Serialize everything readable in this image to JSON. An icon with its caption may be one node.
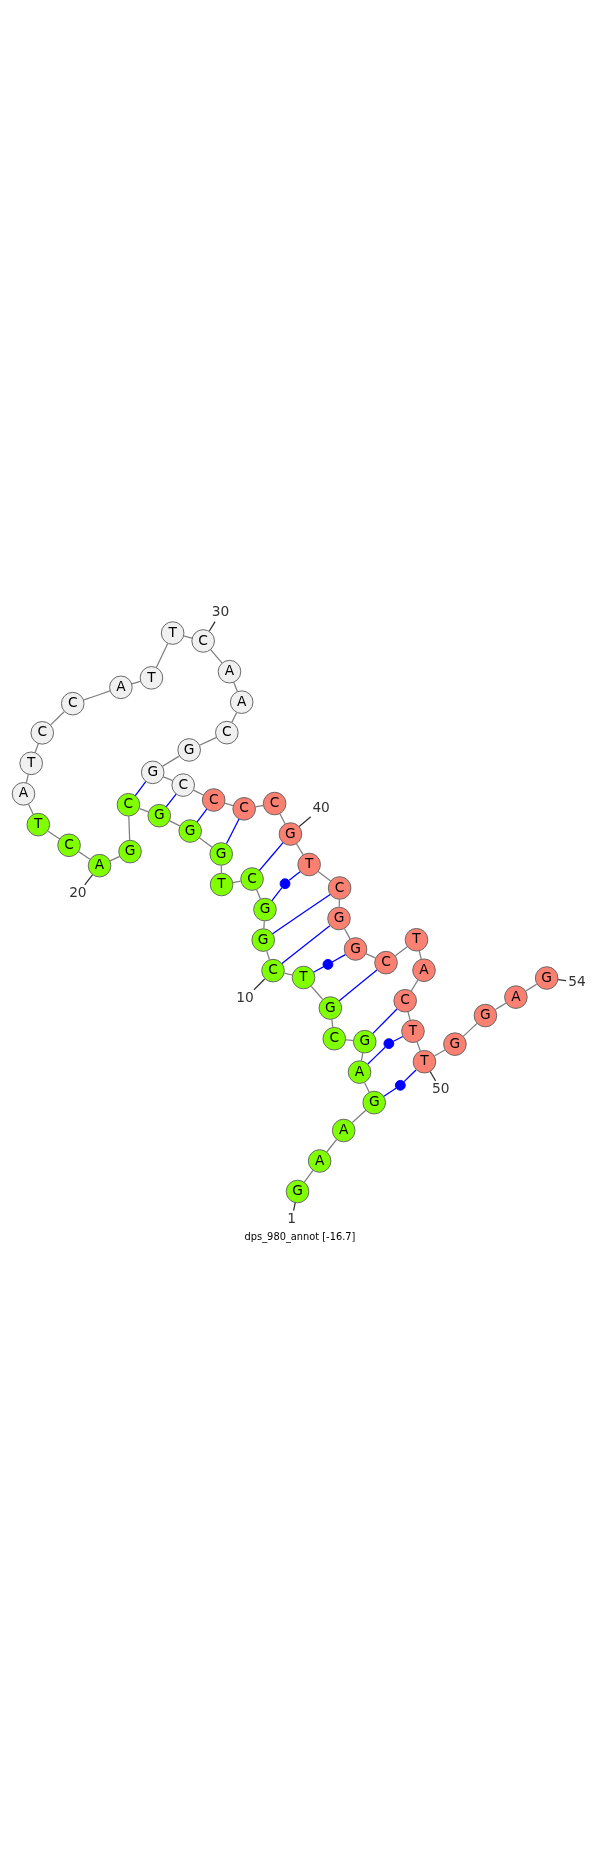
{
  "diagram": {
    "caption": "dps_980_annot [-16.7]",
    "nodes": [
      {
        "text": [
          "G"
        ]
      },
      {
        "text": [
          "A"
        ]
      },
      {
        "text": [
          "A"
        ]
      },
      {
        "text": [
          "G"
        ]
      },
      {
        "text": [
          "A"
        ]
      },
      {
        "text": [
          "G"
        ]
      },
      {
        "text": [
          "C"
        ]
      },
      {
        "text": [
          "G"
        ]
      },
      {
        "text": [
          "T"
        ]
      },
      {
        "text": [
          "C"
        ]
      },
      {
        "text": [
          "G"
        ]
      },
      {
        "text": [
          "G"
        ]
      },
      {
        "text": [
          "C"
        ]
      },
      {
        "text": [
          "T"
        ]
      },
      {
        "text": [
          "G"
        ]
      },
      {
        "text": [
          "G"
        ]
      },
      {
        "text": [
          "G"
        ]
      },
      {
        "text": [
          "C"
        ]
      },
      {
        "text": [
          "G"
        ]
      },
      {
        "text": [
          "A"
        ]
      },
      {
        "text": [
          "C"
        ]
      },
      {
        "text": [
          "T"
        ]
      },
      {
        "text": [
          "A"
        ]
      },
      {
        "text": [
          "T"
        ]
      },
      {
        "text": [
          "C"
        ]
      },
      {
        "text": [
          "C"
        ]
      },
      {
        "text": [
          "A"
        ]
      },
      {
        "text": [
          "T"
        ]
      },
      {
        "text": [
          "T"
        ]
      },
      {
        "text": [
          "C"
        ]
      },
      {
        "text": [
          "A"
        ]
      },
      {
        "text": [
          "A"
        ]
      },
      {
        "text": [
          "C"
        ]
      },
      {
        "text": [
          "G"
        ]
      },
      {
        "text": [
          "G"
        ]
      },
      {
        "text": [
          "C"
        ]
      },
      {
        "text": [
          "C"
        ]
      },
      {
        "text": [
          "C"
        ]
      },
      {
        "text": [
          "C"
        ]
      },
      {
        "text": [
          "G"
        ]
      },
      {
        "text": [
          "T"
        ]
      },
      {
        "text": [
          "C"
        ]
      },
      {
        "text": [
          "G"
        ]
      },
      {
        "text": [
          "G"
        ]
      },
      {
        "text": [
          "C"
        ]
      },
      {
        "text": [
          "T"
        ]
      },
      {
        "text": [
          "A"
        ]
      },
      {
        "text": [
          "C"
        ]
      },
      {
        "text": [
          "T"
        ]
      },
      {
        "text": [
          "T"
        ]
      },
      {
        "text": [
          "G"
        ]
      },
      {
        "text": [
          "G"
        ]
      },
      {
        "text": [
          "A"
        ]
      },
      {
        "text": [
          "G"
        ]
      },
      {
        "text": [],
        "shape": "circle"
      },
      {
        "text": [],
        "shape": "circle"
      },
      {
        "text": [],
        "shape": "circle"
      },
      {
        "text": [],
        "shape": "circle"
      },
      {
        "text": [
          "1"
        ]
      },
      {
        "text": [
          "10"
        ]
      },
      {
        "text": [
          "20"
        ]
      },
      {
        "text": [
          "30"
        ]
      },
      {
        "text": [
          "40"
        ]
      },
      {
        "text": [
          "50"
        ]
      },
      {
        "text": [
          "54"
        ]
      }
    ],
    "edges": [
      {
        "from": 0,
        "to": 1,
        "arrow": "none"
      },
      {
        "from": 1,
        "to": 2,
        "arrow": "none"
      },
      {
        "from": 2,
        "to": 3,
        "arrow": "none"
      },
      {
        "from": 3,
        "to": 4,
        "arrow": "none"
      },
      {
        "from": 4,
        "to": 5,
        "arrow": "none"
      },
      {
        "from": 5,
        "to": 6,
        "arrow": "none"
      },
      {
        "from": 6,
        "to": 7,
        "arrow": "none"
      },
      {
        "from": 7,
        "to": 8,
        "arrow": "none"
      },
      {
        "from": 8,
        "to": 9,
        "arrow": "none"
      },
      {
        "from": 9,
        "to": 10,
        "arrow": "none"
      },
      {
        "from": 10,
        "to": 11,
        "arrow": "none"
      },
      {
        "from": 11,
        "to": 12,
        "arrow": "none"
      },
      {
        "from": 12,
        "to": 13,
        "arrow": "none"
      },
      {
        "from": 13,
        "to": 14,
        "arrow": "none"
      },
      {
        "from": 14,
        "to": 15,
        "arrow": "none"
      },
      {
        "from": 15,
        "to": 16,
        "arrow": "none"
      },
      {
        "from": 16,
        "to": 17,
        "arrow": "none"
      },
      {
        "from": 17,
        "to": 18,
        "arrow": "none"
      },
      {
        "from": 18,
        "to": 19,
        "arrow": "none"
      },
      {
        "from": 19,
        "to": 20,
        "arrow": "none"
      },
      {
        "from": 20,
        "to": 21,
        "arrow": "none"
      },
      {
        "from": 21,
        "to": 22,
        "arrow": "none"
      },
      {
        "from": 22,
        "to": 23,
        "arrow": "none"
      },
      {
        "from": 23,
        "to": 24,
        "arrow": "none"
      },
      {
        "from": 24,
        "to": 25,
        "arrow": "none"
      },
      {
        "from": 25,
        "to": 26,
        "arrow": "none"
      },
      {
        "from": 26,
        "to": 27,
        "arrow": "none"
      },
      {
        "from": 27,
        "to": 28,
        "arrow": "none"
      },
      {
        "from": 28,
        "to": 29,
        "arrow": "none"
      },
      {
        "from": 29,
        "to": 30,
        "arrow": "none"
      },
      {
        "from": 30,
        "to": 31,
        "arrow": "none"
      },
      {
        "from": 31,
        "to": 32,
        "arrow": "none"
      },
      {
        "from": 32,
        "to": 33,
        "arrow": "none"
      },
      {
        "from": 33,
        "to": 34,
        "arrow": "none"
      },
      {
        "from": 34,
        "to": 35,
        "arrow": "none"
      },
      {
        "from": 35,
        "to": 36,
        "arrow": "none"
      },
      {
        "from": 36,
        "to": 37,
        "arrow": "none"
      },
      {
        "from": 37,
        "to": 38,
        "arrow": "none"
      },
      {
        "from": 38,
        "to": 39,
        "arrow": "none"
      },
      {
        "from": 39,
        "to": 40,
        "arrow": "none"
      },
      {
        "from": 40,
        "to": 41,
        "arrow": "none"
      },
      {
        "from": 41,
        "to": 42,
        "arrow": "none"
      },
      {
        "from": 42,
        "to": 43,
        "arrow": "none"
      },
      {
        "from": 43,
        "to": 44,
        "arrow": "none"
      },
      {
        "from": 44,
        "to": 45,
        "arrow": "none"
      },
      {
        "from": 45,
        "to": 46,
        "arrow": "none"
      },
      {
        "from": 46,
        "to": 47,
        "arrow": "none"
      },
      {
        "from": 47,
        "to": 48,
        "arrow": "none"
      },
      {
        "from": 48,
        "to": 49,
        "arrow": "none"
      },
      {
        "from": 49,
        "to": 50,
        "arrow": "none"
      },
      {
        "from": 50,
        "to": 51,
        "arrow": "none"
      },
      {
        "from": 51,
        "to": 52,
        "arrow": "none"
      },
      {
        "from": 52,
        "to": 53,
        "arrow": "none"
      },
      {
        "from": 17,
        "to": 34,
        "arrow": "none",
        "color": "#0000ff"
      },
      {
        "from": 16,
        "to": 35,
        "arrow": "none",
        "color": "#0000ff"
      },
      {
        "from": 15,
        "to": 36,
        "arrow": "none",
        "color": "#0000ff"
      },
      {
        "from": 14,
        "to": 37,
        "arrow": "none",
        "color": "#0000ff"
      },
      {
        "from": 12,
        "to": 39,
        "arrow": "none",
        "color": "#0000ff"
      },
      {
        "from": 11,
        "to": 54,
        "arrow": "none",
        "color": "#0000ff"
      },
      {
        "from": 54,
        "to": 40,
        "arrow": "none",
        "color": "#0000ff"
      },
      {
        "from": 10,
        "to": 41,
        "arrow": "none",
        "color": "#0000ff"
      },
      {
        "from": 9,
        "to": 42,
        "arrow": "none",
        "color": "#0000ff"
      },
      {
        "from": 8,
        "to": 55,
        "arrow": "none",
        "color": "#0000ff"
      },
      {
        "from": 55,
        "to": 43,
        "arrow": "none",
        "color": "#0000ff"
      },
      {
        "from": 7,
        "to": 44,
        "arrow": "none",
        "color": "#0000ff"
      },
      {
        "from": 5,
        "to": 47,
        "arrow": "none",
        "color": "#0000ff"
      },
      {
        "from": 4,
        "to": 56,
        "arrow": "none",
        "color": "#0000ff"
      },
      {
        "from": 56,
        "to": 48,
        "arrow": "none",
        "color": "#0000ff"
      },
      {
        "from": 3,
        "to": 57,
        "arrow": "none",
        "color": "#0000ff"
      },
      {
        "from": 57,
        "to": 49,
        "arrow": "none",
        "color": "#0000ff"
      },
      {
        "from": 58,
        "to": 0,
        "arrow": "none",
        "color": "#333333"
      },
      {
        "from": 59,
        "to": 9,
        "arrow": "none",
        "color": "#333333"
      },
      {
        "from": 60,
        "to": 19,
        "arrow": "none",
        "color": "#333333"
      },
      {
        "from": 61,
        "to": 29,
        "arrow": "none",
        "color": "#333333"
      },
      {
        "from": 62,
        "to": 39,
        "arrow": "none",
        "color": "#333333"
      },
      {
        "from": 63,
        "to": 49,
        "arrow": "none",
        "color": "#333333"
      },
      {
        "from": 64,
        "to": 53,
        "arrow": "none",
        "color": "#333333"
      }
    ]
  }
}
